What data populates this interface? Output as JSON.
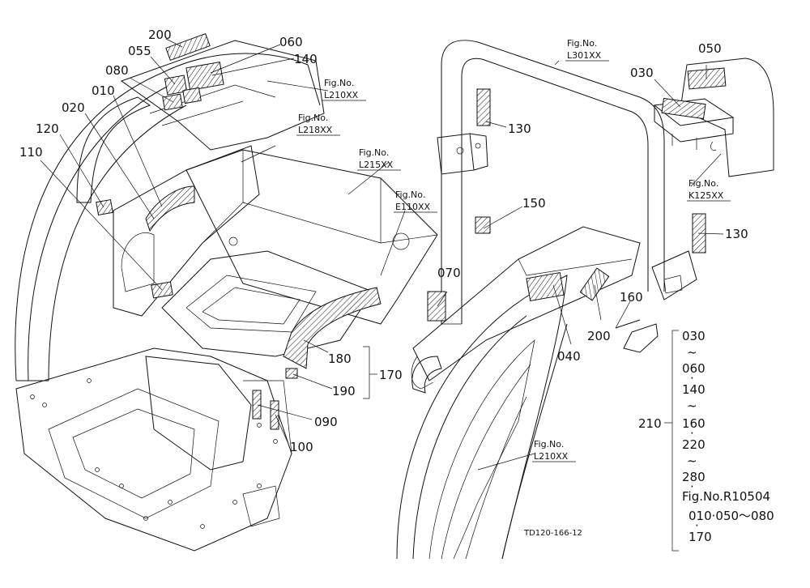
{
  "labels": {
    "l200a": "200",
    "l060": "060",
    "l055": "055",
    "l140": "140",
    "l080": "080",
    "l010": "010",
    "l020": "020",
    "l120": "120",
    "l110": "110",
    "l130a": "130",
    "l150": "150",
    "l050": "050",
    "l030": "030",
    "l130b": "130",
    "l070": "070",
    "l040": "040",
    "l200b": "200",
    "l160": "160",
    "l180": "180",
    "l190": "190",
    "l170": "170",
    "l090": "090",
    "l100": "100",
    "l210": "210"
  },
  "figrefs": {
    "f1_title": "Fig.No.",
    "f1_num": "L210XX",
    "f2_title": "Fig.No.",
    "f2_num": "L218XX",
    "f3_title": "Fig.No.",
    "f3_num": "L215XX",
    "f4_title": "Fig.No.",
    "f4_num": "E110XX",
    "f5_title": "Fig.No.",
    "f5_num": "L301XX",
    "f6_title": "Fig.No.",
    "f6_num": "K125XX",
    "f7_title": "Fig.No.",
    "f7_num": "L210XX"
  },
  "range_list": {
    "r1": "030",
    "t1": "~",
    "r2": "060",
    "d1": "·",
    "r3": "140",
    "t2": "~",
    "r4": "160",
    "d2": "·",
    "r5": "220",
    "t3": "~",
    "r6": "280",
    "d3": "·",
    "ref": "Fig.No.R10504",
    "r7": "010·050～080",
    "d4": "·",
    "r8": "170"
  },
  "drawing_code": "TD120-166-12"
}
